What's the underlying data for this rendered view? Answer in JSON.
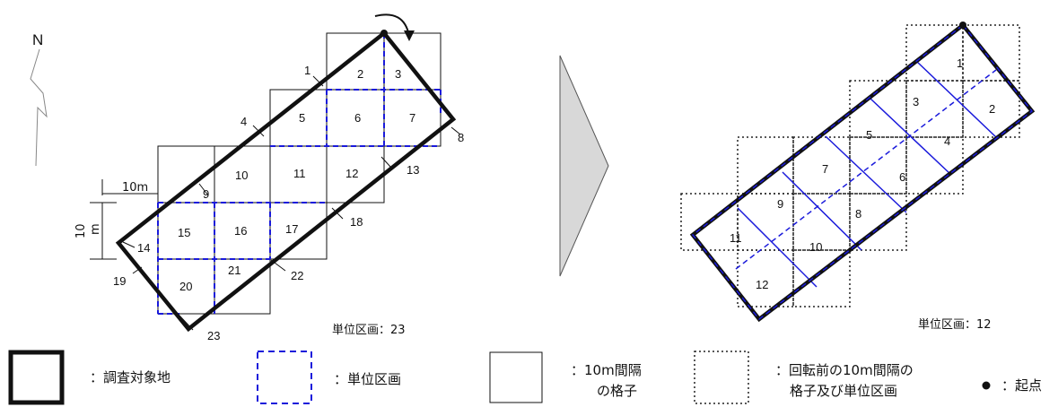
{
  "north_label": "N",
  "scale_width": "10m",
  "scale_height": "10\nm",
  "left_count_label": "単位区画：23",
  "right_count_label": "単位区画：12",
  "left_unit_numbers": [
    "1",
    "2",
    "3",
    "4",
    "5",
    "6",
    "7",
    "8",
    "9",
    "10",
    "11",
    "12",
    "13",
    "14",
    "15",
    "16",
    "17",
    "18",
    "19",
    "20",
    "21",
    "22",
    "23"
  ],
  "right_unit_numbers": [
    "1",
    "2",
    "3",
    "4",
    "5",
    "6",
    "7",
    "8",
    "9",
    "10",
    "11",
    "12"
  ],
  "legend": {
    "survey_site": "：調査対象地",
    "unit_plot": "：単位区画",
    "grid_line1": "：10m間隔",
    "grid_line2": "の格子",
    "prev_line1": "：回転前の10m間隔の",
    "prev_line2": "格子及び単位区画",
    "start_point": "：起点"
  },
  "colors": {
    "outline": "#111111",
    "unit_plot_dash": "#1a1adb",
    "arrow_fill": "#d8d8d8"
  }
}
